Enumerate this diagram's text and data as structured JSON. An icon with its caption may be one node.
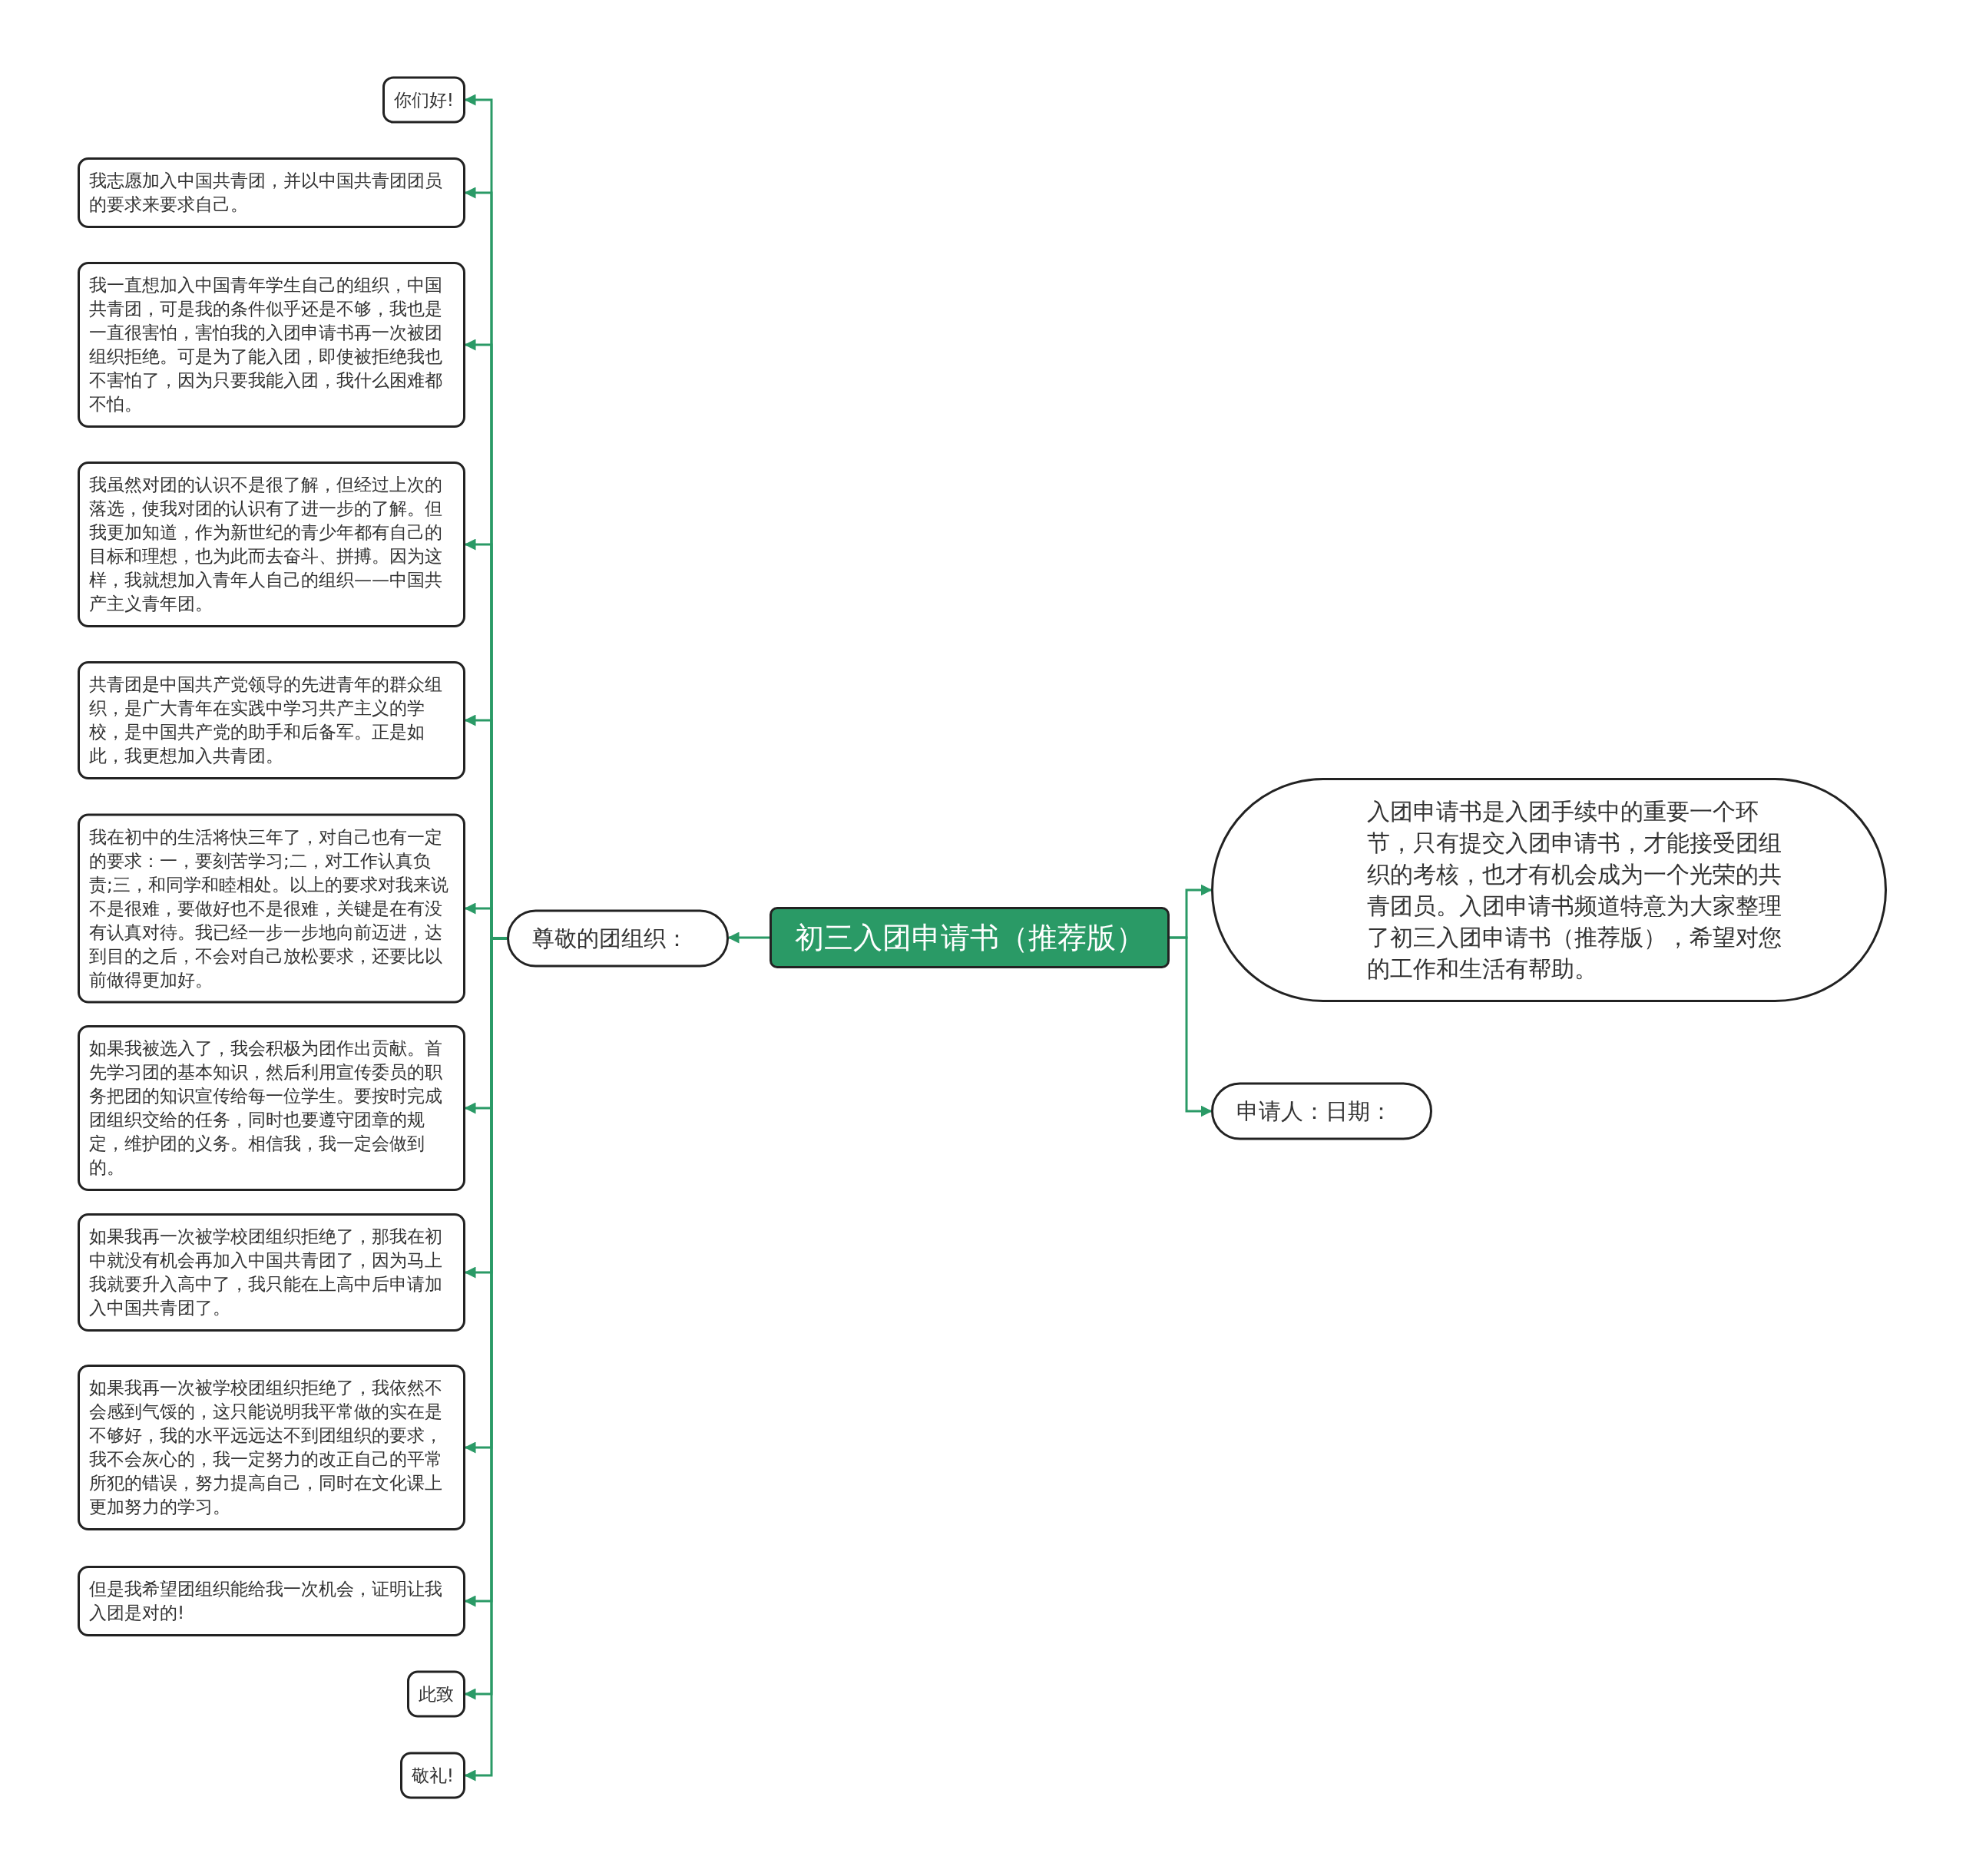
{
  "diagram": {
    "nodes": [
      {
        "text": [
          "初三入团申请书（推荐版）"
        ]
      },
      {
        "text": [
          "尊敬的团组织："
        ]
      },
      {
        "text": [
          "你们好!"
        ]
      },
      {
        "text": [
          "我志愿加入中国共青团，并以中国共青团团员的要求来要求自己。"
        ]
      },
      {
        "text": [
          "我一直想加入中国青年学生自己的组织，中国共青团，可是我的条件似乎还是不够，我也是一直很害怕，害怕我的入团申请书再一次被团组织拒绝。可是为了能入团，即使被拒绝我也不害怕了，因为只要我能入团，我什么困难都不怕。"
        ]
      },
      {
        "text": [
          "我虽然对团的认识不是很了解，但经过上次的落选，使我对团的认识有了进一步的了解。但我更加知道，作为新世纪的青少年都有自己的目标和理想，也为此而去奋斗、拼搏。因为这样，我就想加入青年人自己的组织——中国共产主义青年团。"
        ]
      },
      {
        "text": [
          "共青团是中国共产党领导的先进青年的群众组织，是广大青年在实践中学习共产主义的学校，是中国共产党的助手和后备军。正是如此，我更想加入共青团。"
        ]
      },
      {
        "text": [
          "我在初中的生活将快三年了，对自己也有一定的要求：一，要刻苦学习;二，对工作认真负责;三，和同学和睦相处。以上的要求对我来说不是很难，要做好也不是很难，关键是在有没有认真对待。我已经一步一步地向前迈进，达到目的之后，不会对自己放松要求，还要比以前做得更加好。"
        ]
      },
      {
        "text": [
          "如果我被选入了，我会积极为团作出贡献。首先学习团的基本知识，然后利用宣传委员的职务把团的知识宣传给每一位学生。要按时完成团组织交给的任务，同时也要遵守团章的规定，维护团的义务。相信我，我一定会做到的。"
        ]
      },
      {
        "text": [
          "如果我再一次被学校团组织拒绝了，那我在初中就没有机会再加入中国共青团了，因为马上我就要升入高中了，我只能在上高中后申请加入中国共青团了。"
        ]
      },
      {
        "text": [
          "如果我再一次被学校团组织拒绝了，我依然不会感到气馁的，这只能说明我平常做的实在是不够好，我的水平远远达不到团组织的要求，我不会灰心的，我一定努力的改正自己的平常所犯的错误，努力提高自己，同时在文化课上更加努力的学习。"
        ]
      },
      {
        "text": [
          "但是我希望团组织能给我一次机会，证明让我入团是对的!"
        ]
      },
      {
        "text": [
          "此致"
        ]
      },
      {
        "text": [
          "敬礼!"
        ]
      },
      {
        "text": [
          "入团申请书是入团手续中的重要一个环节，只有提交入团申请书，才能接受团组织的考核，也才有机会成为一个光荣的共青团员。入团申请书频道特意为大家整理了初三入团申请书（推荐版），希望对您的工作和生活有帮助。"
        ]
      },
      {
        "text": [
          "申请人：日期："
        ]
      }
    ],
    "edges": [
      {
        "from": 0,
        "to": 1,
        "arrow": "to"
      },
      {
        "from": 1,
        "to": 2,
        "arrow": "to"
      },
      {
        "from": 1,
        "to": 3,
        "arrow": "to"
      },
      {
        "from": 1,
        "to": 4,
        "arrow": "to"
      },
      {
        "from": 1,
        "to": 5,
        "arrow": "to"
      },
      {
        "from": 1,
        "to": 6,
        "arrow": "to"
      },
      {
        "from": 1,
        "to": 7,
        "arrow": "to"
      },
      {
        "from": 1,
        "to": 8,
        "arrow": "to"
      },
      {
        "from": 1,
        "to": 9,
        "arrow": "to"
      },
      {
        "from": 1,
        "to": 10,
        "arrow": "to"
      },
      {
        "from": 1,
        "to": 11,
        "arrow": "to"
      },
      {
        "from": 1,
        "to": 12,
        "arrow": "to"
      },
      {
        "from": 1,
        "to": 13,
        "arrow": "to"
      },
      {
        "from": 0,
        "to": 14,
        "arrow": "to"
      },
      {
        "from": 0,
        "to": 15,
        "arrow": "to"
      }
    ]
  }
}
